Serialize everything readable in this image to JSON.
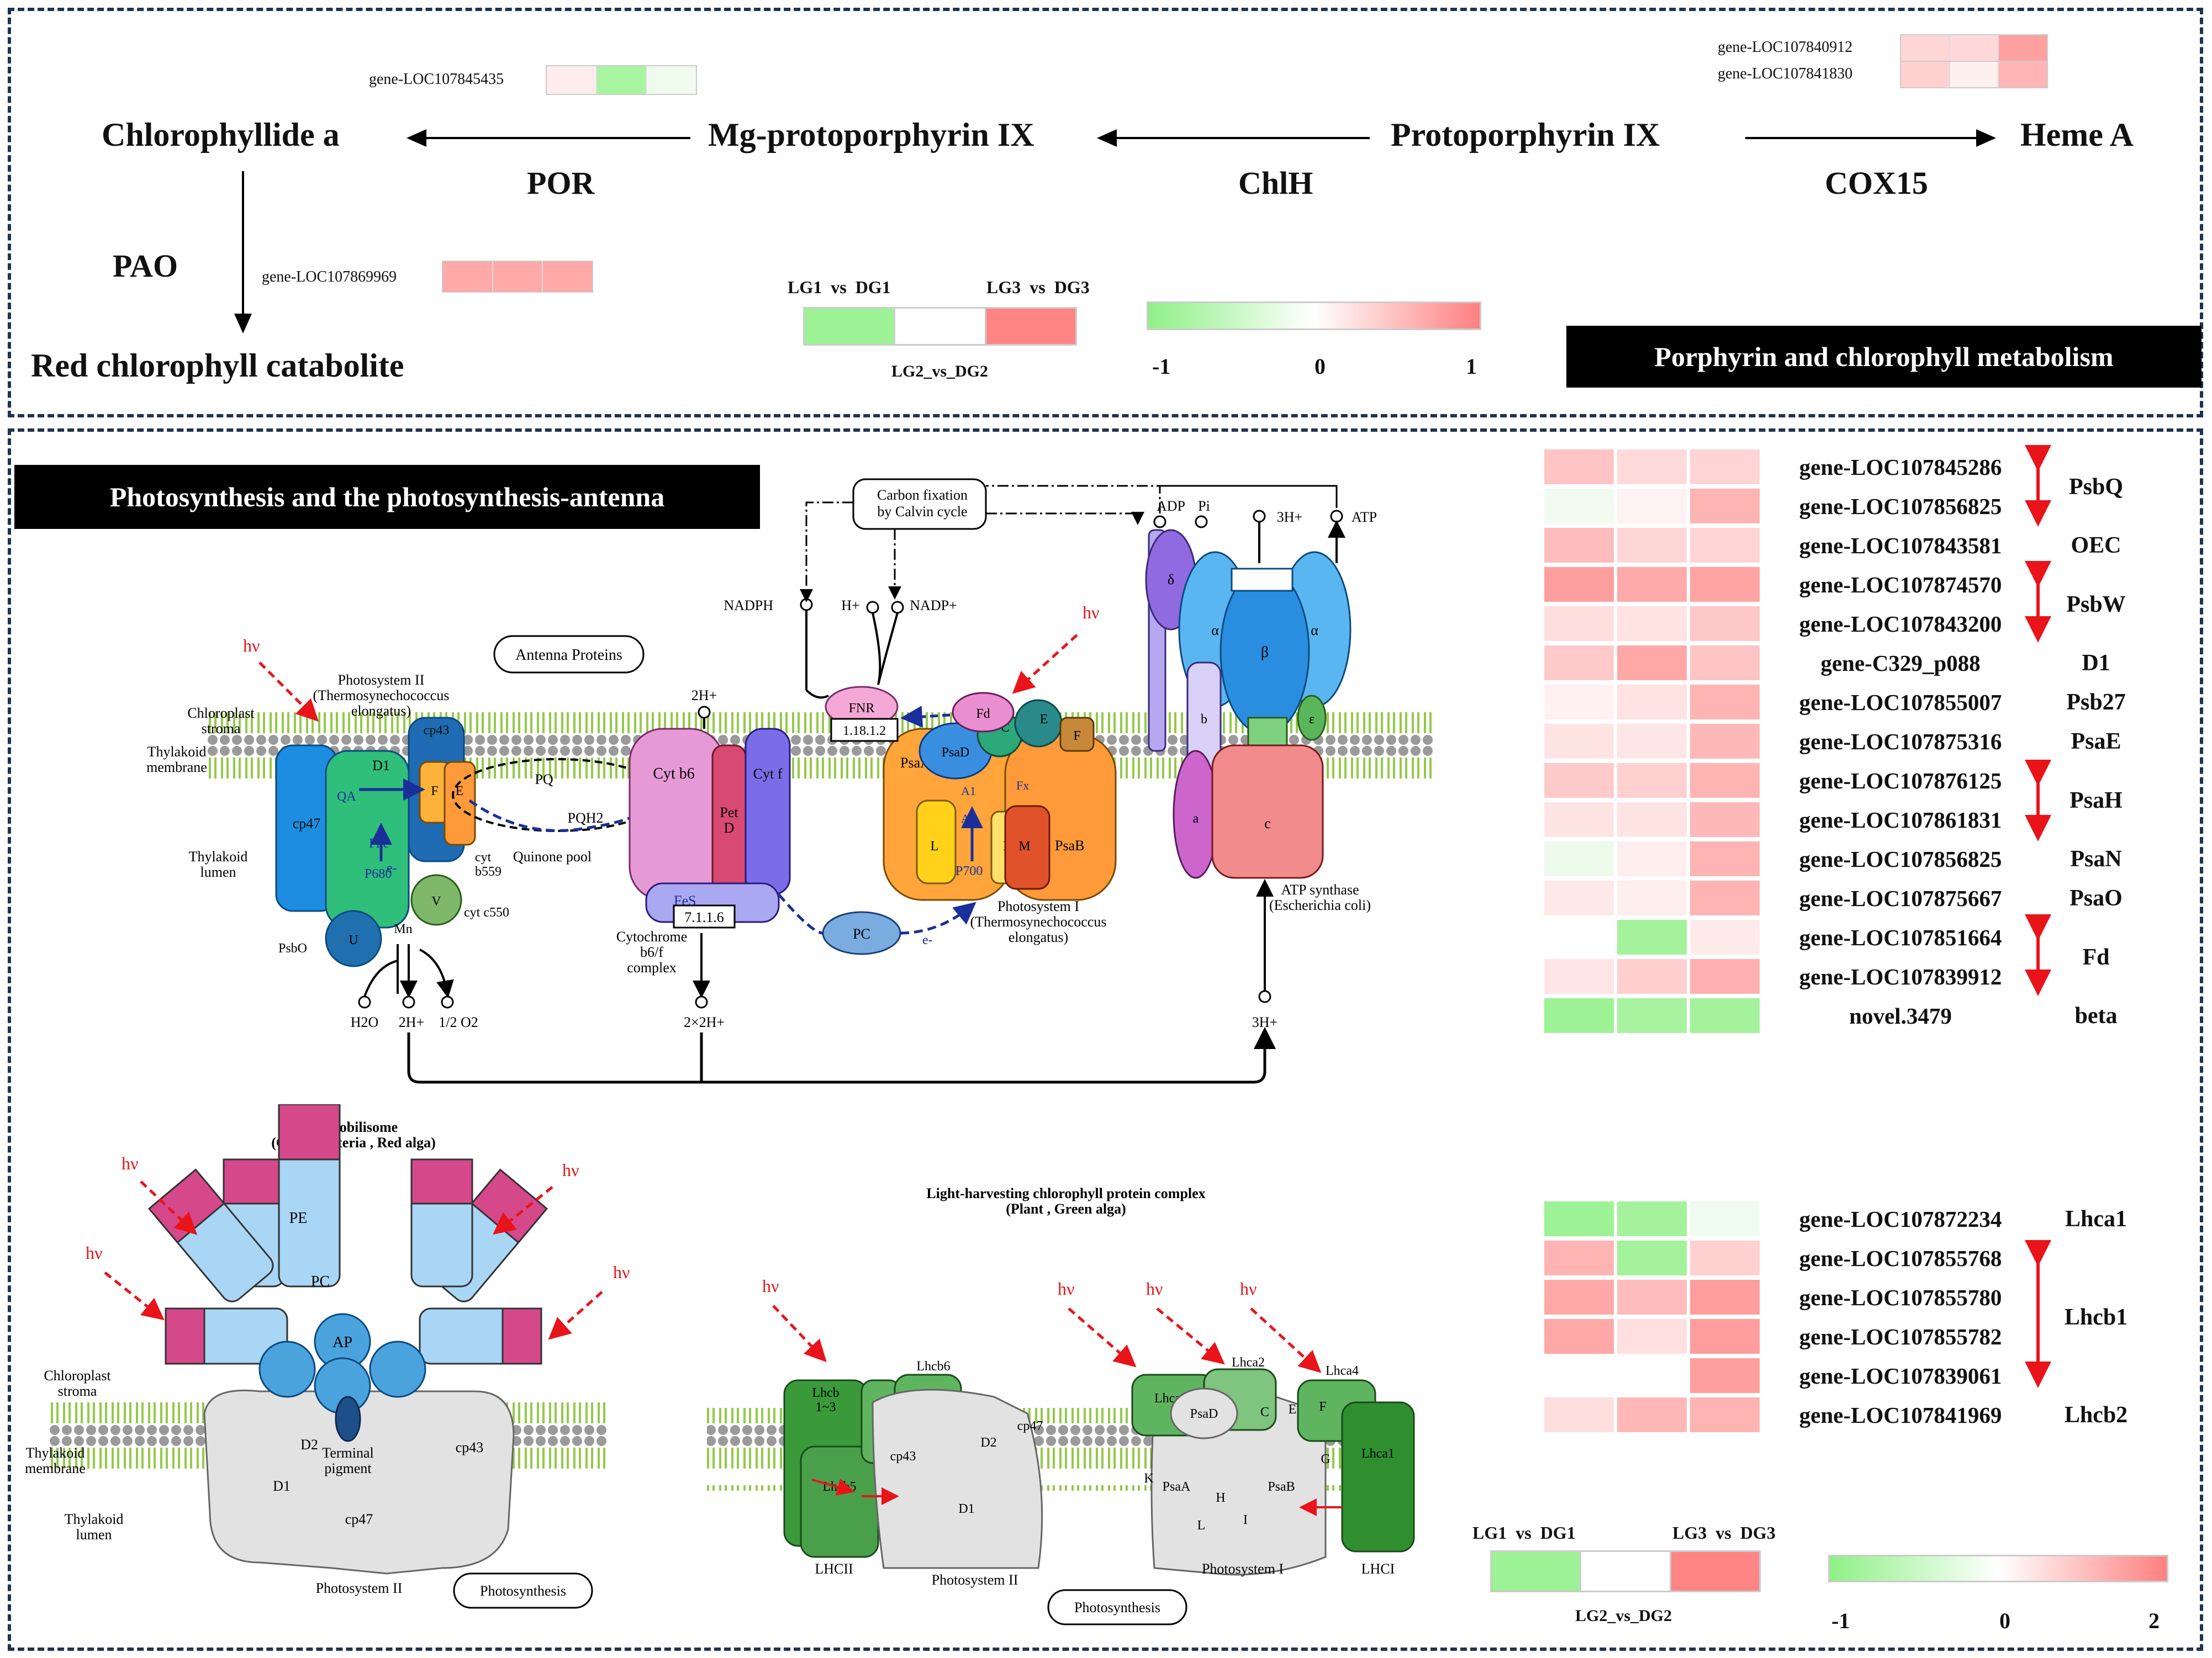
{
  "porphyrin": {
    "title": "Porphyrin and chlorophyll metabolism",
    "metabolites": {
      "chlorophyllide": "Chlorophyllide a",
      "mg_proto": "Mg-protoporphyrin IX",
      "protoporphyrin": "Protoporphyrin IX",
      "heme": "Heme A",
      "red_catabolite": "Red chlorophyll catabolite"
    },
    "enzymes": {
      "por": "POR",
      "chlh": "ChlH",
      "cox15": "COX15",
      "pao": "PAO"
    },
    "genes": {
      "g1": {
        "label": "gene-LOC107845435",
        "colors": [
          "#ffecec",
          "#a8f5a0",
          "#eefbee"
        ]
      },
      "g2": {
        "label": "gene-LOC107840912",
        "colors": [
          "#ffd6d6",
          "#ffd9d9",
          "#ffa0a0"
        ]
      },
      "g3": {
        "label": "gene-LOC107841830",
        "colors": [
          "#ffd0d0",
          "#fff0f0",
          "#ffb5b5"
        ]
      },
      "g4": {
        "label": "gene-LOC107869969",
        "colors": [
          "#ffa9a9",
          "#ffa9a9",
          "#ffa9a9"
        ]
      }
    },
    "legend": {
      "left": "LG1  vs  DG1",
      "right": "LG3  vs  DG3",
      "middle": "LG2_vs_DG2",
      "scale_min": "-1",
      "scale_mid": "0",
      "scale_max": "1"
    }
  },
  "photosynthesis": {
    "title": "Photosynthesis and the photosynthesis-antenna",
    "heatmap_rows": [
      {
        "gene": "gene-LOC107845286",
        "family": "PsbQ",
        "colors": [
          "#ffc4c4",
          "#ffdada",
          "#ffd4d4"
        ]
      },
      {
        "gene": "gene-LOC107856825",
        "family": "",
        "colors": [
          "#f1fbef",
          "#fff2f2",
          "#ffb4b4"
        ]
      },
      {
        "gene": "gene-LOC107843581",
        "family": "OEC",
        "colors": [
          "#ffbcbc",
          "#ffd6d6",
          "#ffd4d4"
        ]
      },
      {
        "gene": "gene-LOC107874570",
        "family": "PsbW",
        "colors": [
          "#ff9e9e",
          "#ffaaaa",
          "#ffa3a3"
        ]
      },
      {
        "gene": "gene-LOC107843200",
        "family": "",
        "colors": [
          "#ffdede",
          "#ffe2e2",
          "#ffc8c8"
        ]
      },
      {
        "gene": "gene-C329_p088",
        "family": "D1",
        "colors": [
          "#ffcaca",
          "#ffa8a8",
          "#ffc4c4"
        ]
      },
      {
        "gene": "gene-LOC107855007",
        "family": "Psb27",
        "colors": [
          "#fff1f1",
          "#ffe2e2",
          "#ffb4b4"
        ]
      },
      {
        "gene": "gene-LOC107875316",
        "family": "PsaE",
        "colors": [
          "#ffe4e4",
          "#ffe6e6",
          "#ffb8b8"
        ]
      },
      {
        "gene": "gene-LOC107876125",
        "family": "PsaH",
        "colors": [
          "#ffcaca",
          "#ffd0d0",
          "#ffb4b4"
        ]
      },
      {
        "gene": "gene-LOC107861831",
        "family": "",
        "colors": [
          "#ffe4e4",
          "#ffe4e4",
          "#ffb8b8"
        ]
      },
      {
        "gene": "gene-LOC107856825",
        "family": "PsaN",
        "colors": [
          "#eefaec",
          "#ffeeee",
          "#ffb4b4"
        ]
      },
      {
        "gene": "gene-LOC107875667",
        "family": "PsaO",
        "colors": [
          "#ffe8e8",
          "#ffeeee",
          "#ffb4b4"
        ]
      },
      {
        "gene": "gene-LOC107851664",
        "family": "Fd",
        "colors": [
          "#ffffff",
          "#a4f29c",
          "#ffeaea"
        ]
      },
      {
        "gene": "gene-LOC107839912",
        "family": "",
        "colors": [
          "#ffe6e6",
          "#ffcfcf",
          "#ffb0b0"
        ]
      },
      {
        "gene": "novel.3479",
        "family": "beta",
        "colors": [
          "#9cf294",
          "#a8f2a0",
          "#a4f29c"
        ]
      }
    ],
    "antenna_rows": [
      {
        "gene": "gene-LOC107872234",
        "family": "Lhca1",
        "colors": [
          "#9cf294",
          "#a4f29c",
          "#eefbee"
        ]
      },
      {
        "gene": "gene-LOC107855768",
        "family": "Lhcb1",
        "colors": [
          "#ffb4b4",
          "#a4f29c",
          "#ffd0d0"
        ]
      },
      {
        "gene": "gene-LOC107855780",
        "family": "",
        "colors": [
          "#ffa8a8",
          "#ffbcbc",
          "#ff9c9c"
        ]
      },
      {
        "gene": "gene-LOC107855782",
        "family": "",
        "colors": [
          "#ffa8a8",
          "#ffe0e0",
          "#ff9c9c"
        ]
      },
      {
        "gene": "gene-LOC107839061",
        "family": "",
        "colors": [
          "#ffffff",
          "#ffffff",
          "#ff9e9e"
        ]
      },
      {
        "gene": "gene-LOC107841969",
        "family": "Lhcb2",
        "colors": [
          "#ffdede",
          "#ffb8b8",
          "#ffb4b4"
        ]
      }
    ],
    "legend": {
      "left": "LG1  vs  DG1",
      "right": "LG3  vs  DG3",
      "middle": "LG2_vs_DG2",
      "scale_min": "-1",
      "scale_mid": "0",
      "scale_max": "2"
    }
  },
  "diagram_labels": {
    "hv": "hν",
    "chloroplast_stroma": "Chloroplast\nstroma",
    "thylakoid_membrane": "Thylakoid\nmembrane",
    "thylakoid_lumen": "Thylakoid\nlumen",
    "ps2_title": "Photosystem II\n(Thermosynechococcus\nelongatus)",
    "antenna_proteins": "Antenna Proteins",
    "carbon_fixation": "Carbon fixation\nby Calvin cycle",
    "nadph": "NADPH",
    "hplus_nadp": "H+",
    "nadp": "NADP+",
    "adp": "ADP",
    "pi": "Pi",
    "three_h": "3H+",
    "atp": "ATP",
    "two_h": "2H+",
    "fnr": "FNR",
    "fnr_ec": "1.18.1.2",
    "fd": "Fd",
    "cyt_b6": "Cyt b6",
    "pet_d": "Pet\nD",
    "cyt_f": "Cyt f",
    "fes": "FeS",
    "ec_7116": "7.1.1.6",
    "cytb6f_complex": "Cytochrome\nb6/f\ncomplex",
    "two_x_2h": "2×2H+",
    "quinone_pool": "Quinone pool",
    "pq": "PQ",
    "pqh2": "PQH2",
    "pc": "PC",
    "e_minus": "e-",
    "psaa": "PsaA",
    "psab": "PsaB",
    "psad": "PsaD",
    "p700": "P700",
    "ps1_title": "Photosystem I\n(Thermosynechococcus\nelongatus)",
    "atp_synthase": "ATP synthase\n(Escherichia coli)",
    "three_h_bottom": "3H+",
    "h2o": "H2O",
    "two_h_bottom": "2H+",
    "half_o2": "1/2 O2",
    "mn": "Mn",
    "psbo": "PsbO",
    "cyt_b559": "cyt\nb559",
    "cyt_c550": "cyt c550",
    "p680": "P680",
    "phe": "Phe",
    "d1": "D1",
    "cp43": "cp43",
    "cp47": "cp47",
    "phycobilisome": "Phycobilisome\n(Cyanobacteria , Red alga)",
    "pe": "PE",
    "pc_rod": "PC",
    "ap": "AP",
    "terminal_pigment": "Terminal\npigment",
    "d2": "D2",
    "photosystem_ii": "Photosystem II",
    "photosynthesis": "Photosynthesis",
    "lhc_title": "Light-harvesting chlorophyll protein complex\n(Plant , Green alga)",
    "lhcb13": "Lhcb\n1~3",
    "lhcb5": "Lhcb5",
    "lhcb6": "Lhcb6",
    "lhcii": "LHCII",
    "lhca1": "Lhca1",
    "lhca2": "Lhca2",
    "lhca3": "Lhca3",
    "lhca4": "Lhca4",
    "lhci": "LHCI",
    "photosystem_i": "Photosystem I"
  }
}
